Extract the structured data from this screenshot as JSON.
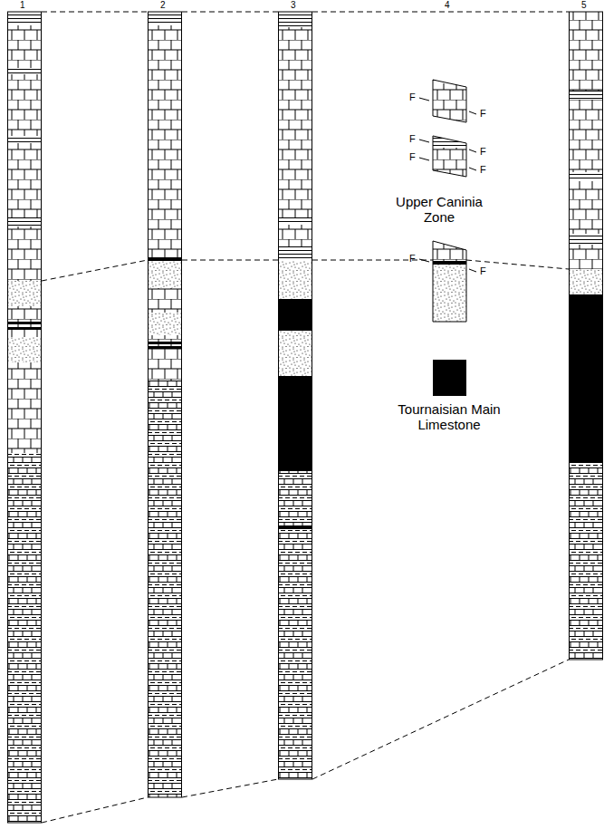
{
  "diagram": {
    "labels": [
      "1",
      "2",
      "3",
      "4",
      "5",
      "F",
      "F",
      "F",
      "F",
      "F",
      "F",
      "Upper Caninia Zone",
      "F",
      "F"
    ],
    "legend": [
      {
        "text": "Tournaisian Main Limestone",
        "color": "#000000"
      }
    ]
  }
}
